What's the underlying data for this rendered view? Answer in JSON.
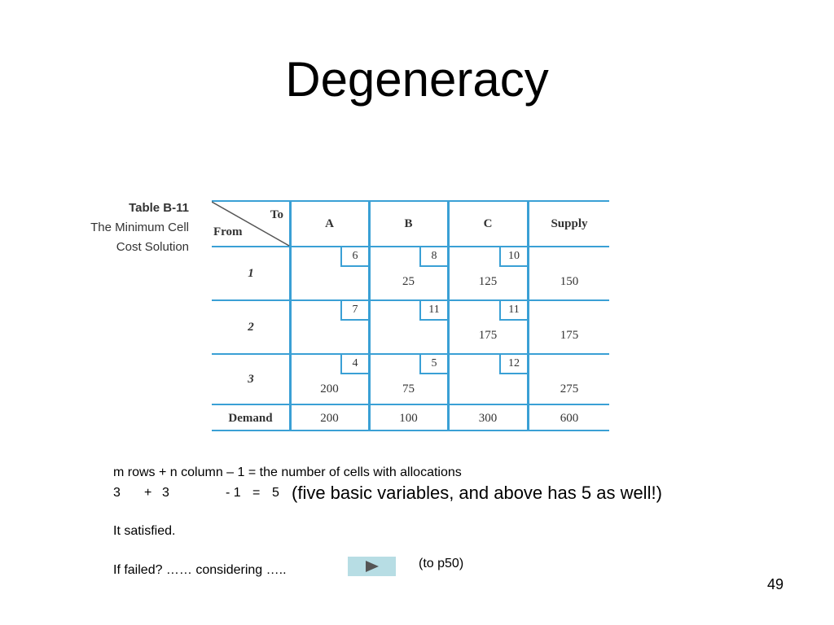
{
  "slide": {
    "title": "Degeneracy",
    "page_number": "49"
  },
  "caption": {
    "line1": "Table B-11",
    "line2": "The Minimum Cell",
    "line3": "Cost Solution"
  },
  "table": {
    "corner_to": "To",
    "corner_from": "From",
    "columns": [
      "A",
      "B",
      "C",
      "Supply"
    ],
    "rows": [
      {
        "label": "1",
        "costs": [
          "6",
          "8",
          "10"
        ],
        "allocations": [
          "",
          "25",
          "125"
        ],
        "supply": "150"
      },
      {
        "label": "2",
        "costs": [
          "7",
          "11",
          "11"
        ],
        "allocations": [
          "",
          "",
          "175"
        ],
        "supply": "175"
      },
      {
        "label": "3",
        "costs": [
          "4",
          "5",
          "12"
        ],
        "allocations": [
          "200",
          "75",
          ""
        ],
        "supply": "275"
      }
    ],
    "demand_label": "Demand",
    "demand": [
      "200",
      "100",
      "300",
      "600"
    ]
  },
  "notes": {
    "formula": "m rows + n column – 1 = the number of cells with allocations",
    "calc_m": "3",
    "calc_plus": "+",
    "calc_n": "3",
    "calc_minus": "- 1",
    "calc_eq": "=",
    "calc_result": "5",
    "calc_comment": "(five basic variables, and above has 5 as well!)",
    "satisfied": "It satisfied.",
    "failed": "If failed? …… considering …..",
    "link": "(to p50)"
  },
  "colors": {
    "table_line": "#3aa0d5",
    "button_bg": "#b7dde4",
    "button_icon": "#555555"
  },
  "icons": {
    "play_button": "play-triangle-icon"
  }
}
